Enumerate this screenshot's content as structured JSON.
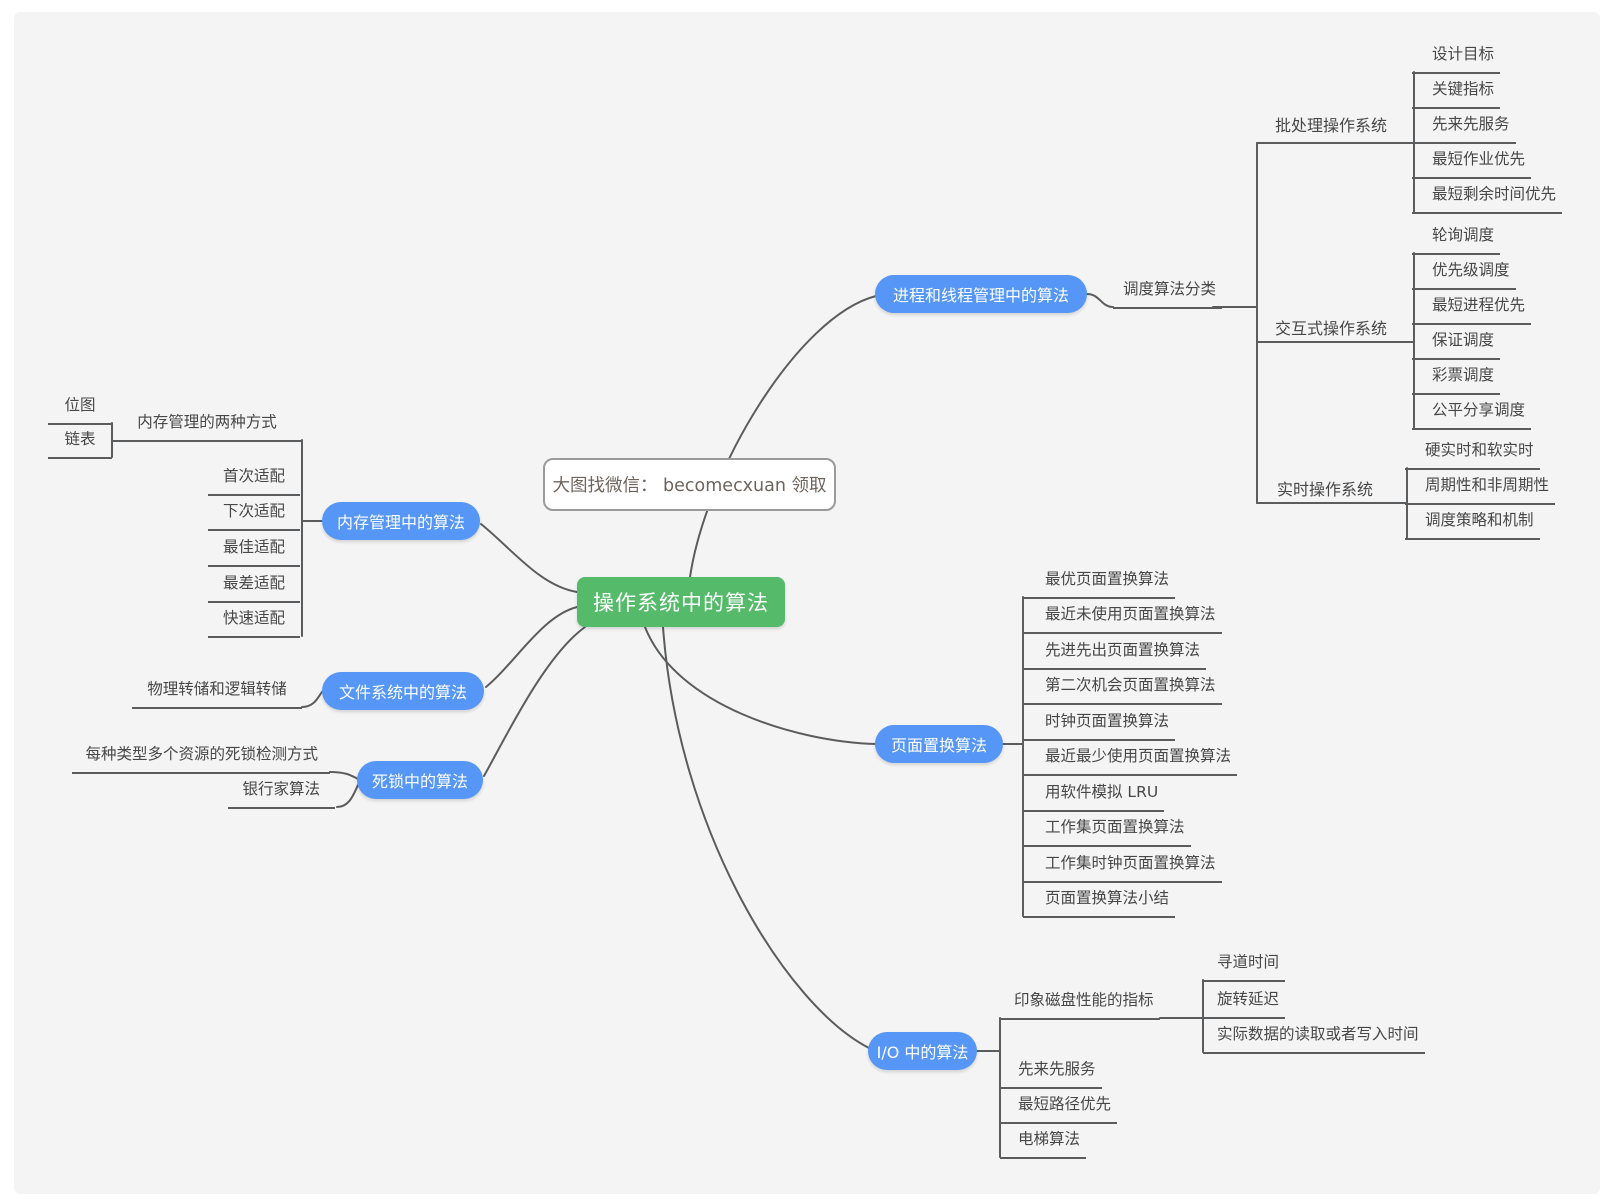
{
  "root": {
    "label": "操作系统中的算法"
  },
  "watermark": {
    "label": "大图找微信： becomecxuan 领取"
  },
  "process": {
    "label": "进程和线程管理中的算法",
    "scheduling": {
      "label": "调度算法分类"
    },
    "batch": {
      "label": "批处理操作系统",
      "items": [
        "设计目标",
        "关键指标",
        "先来先服务",
        "最短作业优先",
        "最短剩余时间优先"
      ]
    },
    "interactive": {
      "label": "交互式操作系统",
      "items": [
        "轮询调度",
        "优先级调度",
        "最短进程优先",
        "保证调度",
        "彩票调度",
        "公平分享调度"
      ]
    },
    "realtime": {
      "label": "实时操作系统",
      "items": [
        "硬实时和软实时",
        "周期性和非周期性",
        "调度策略和机制"
      ]
    }
  },
  "memory": {
    "label": "内存管理中的算法",
    "ways": {
      "label": "内存管理的两种方式",
      "items": [
        "位图",
        "链表"
      ]
    },
    "fits": [
      "首次适配",
      "下次适配",
      "最佳适配",
      "最差适配",
      "快速适配"
    ]
  },
  "filesystem": {
    "label": "文件系统中的算法",
    "items": [
      "物理转储和逻辑转储"
    ]
  },
  "deadlock": {
    "label": "死锁中的算法",
    "items": [
      "每种类型多个资源的死锁检测方式",
      "银行家算法"
    ]
  },
  "paging": {
    "label": "页面置换算法",
    "items": [
      "最优页面置换算法",
      "最近未使用页面置换算法",
      "先进先出页面置换算法",
      "第二次机会页面置换算法",
      "时钟页面置换算法",
      "最近最少使用页面置换算法",
      "用软件模拟 LRU",
      "工作集页面置换算法",
      "工作集时钟页面置换算法",
      "页面置换算法小结"
    ]
  },
  "io": {
    "label": "I/O 中的算法",
    "metrics": {
      "label": "印象磁盘性能的指标",
      "items": [
        "寻道时间",
        "旋转延迟",
        "实际数据的读取或者写入时间"
      ]
    },
    "items": [
      "先来先服务",
      "最短路径优先",
      "电梯算法"
    ]
  },
  "colors": {
    "root": "#55ba69",
    "branch": "#5596f7",
    "line": "#5b5c5e",
    "canvas": "#f4f4f4"
  }
}
